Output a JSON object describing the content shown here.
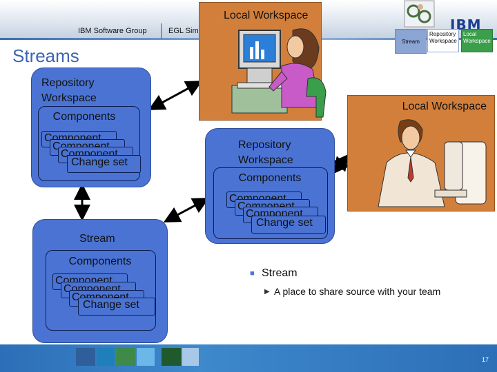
{
  "header": {
    "group": "IBM Software Group",
    "product": "EGL Sim",
    "brand": "IBM"
  },
  "legend_icons": {
    "stream": "Stream",
    "repository_workspace": "Repository Workspace",
    "local_workspace": "Local Workspace"
  },
  "title": "Streams",
  "local_workspace_top": {
    "label": "Local Workspace"
  },
  "repo_workspace_left": {
    "label": "Repository Workspace",
    "components_label": "Components",
    "card_back": "Component",
    "card_mid": "Component",
    "card_front": "Change set"
  },
  "local_workspace_right": {
    "label": "Local Workspace"
  },
  "repo_workspace_center": {
    "label": "Repository Workspace",
    "components_label": "Components",
    "card_back": "Component",
    "card_mid": "Component",
    "card_front": "Change set"
  },
  "stream_box": {
    "label": "Stream",
    "components_label": "Components",
    "card_back": "Component",
    "card_mid": "Component",
    "card_front": "Change set"
  },
  "bullets": {
    "main": "Stream",
    "sub": "A place to share source with your team"
  },
  "footer": {
    "page_number": "17"
  },
  "colors": {
    "box_blue": "#4a73d3",
    "box_orange": "#d27f3b",
    "title_blue": "#3b66b5",
    "footer_blue": "#2c6fb8"
  }
}
